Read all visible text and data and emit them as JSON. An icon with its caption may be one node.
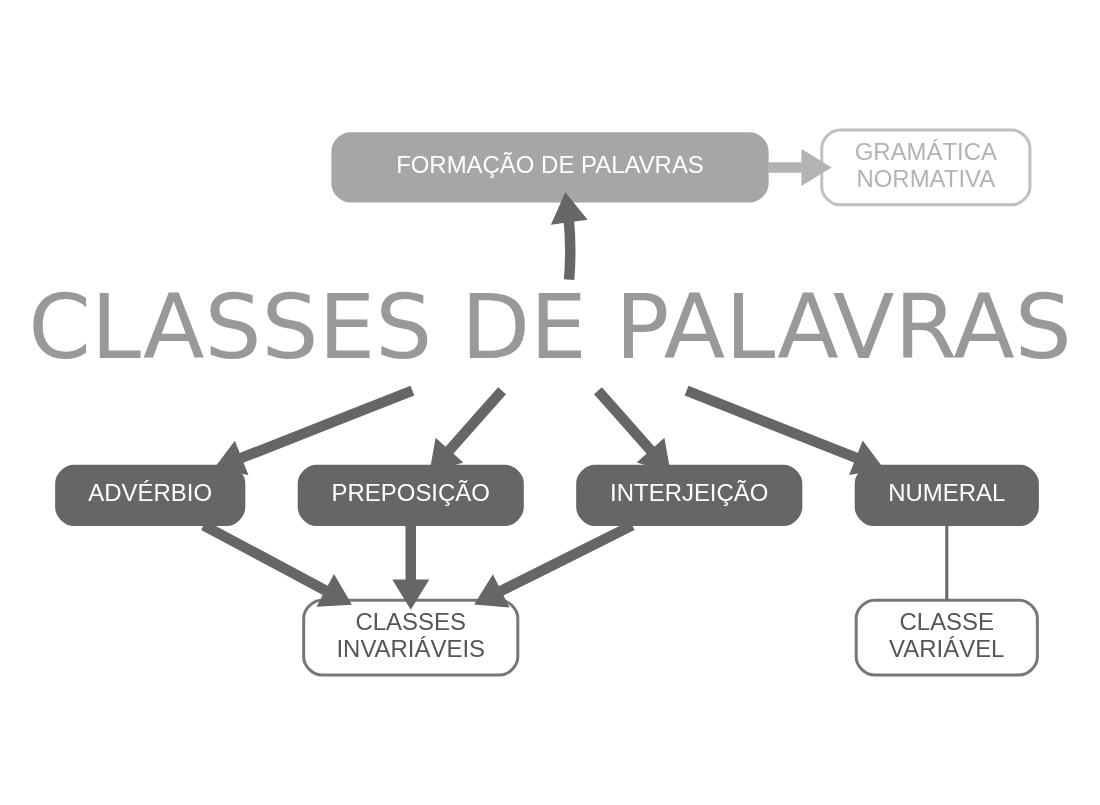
{
  "diagram": {
    "nodes": [
      {
        "text": [
          "GRAMÁTICA NORMATIVA"
        ]
      },
      {
        "text": [
          "FORMAÇÃO DE PALAVRAS"
        ]
      },
      {
        "text": [
          "CLASSES DE PALAVRAS"
        ]
      },
      {
        "text": [
          "ADVÉRBIO"
        ]
      },
      {
        "text": [
          "PREPOSIÇÃO"
        ]
      },
      {
        "text": [
          "INTERJEIÇÃO"
        ]
      },
      {
        "text": [
          "NUMERAL"
        ]
      },
      {
        "text": [
          "CLASSES INVARIÁVEIS"
        ]
      },
      {
        "text": [
          "CLASSE VARIÁVEL"
        ]
      }
    ],
    "edges": [
      {
        "from": 1,
        "to": 0,
        "arrow": "to",
        "color": "#b3b3b3"
      },
      {
        "from": 2,
        "to": 1,
        "arrow": "to"
      },
      {
        "from": 2,
        "to": 3,
        "arrow": "to"
      },
      {
        "from": 2,
        "to": 4,
        "arrow": "to"
      },
      {
        "from": 2,
        "to": 5,
        "arrow": "to"
      },
      {
        "from": 2,
        "to": 6,
        "arrow": "to"
      },
      {
        "from": 3,
        "to": 7,
        "arrow": "to"
      },
      {
        "from": 4,
        "to": 7,
        "arrow": "to"
      },
      {
        "from": 5,
        "to": 7,
        "arrow": "to"
      },
      {
        "from": 6,
        "to": 8,
        "arrow": "none"
      }
    ]
  }
}
